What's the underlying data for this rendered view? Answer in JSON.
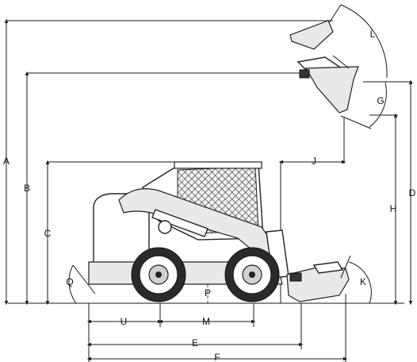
{
  "diagram": {
    "labels": {
      "A": "A",
      "B": "B",
      "C": "C",
      "D": "D",
      "E": "E",
      "F": "F",
      "G": "G",
      "H": "H",
      "J": "J",
      "K": "K",
      "L": "L",
      "M": "M",
      "P": "P",
      "Q": "Q",
      "U": "U"
    }
  }
}
